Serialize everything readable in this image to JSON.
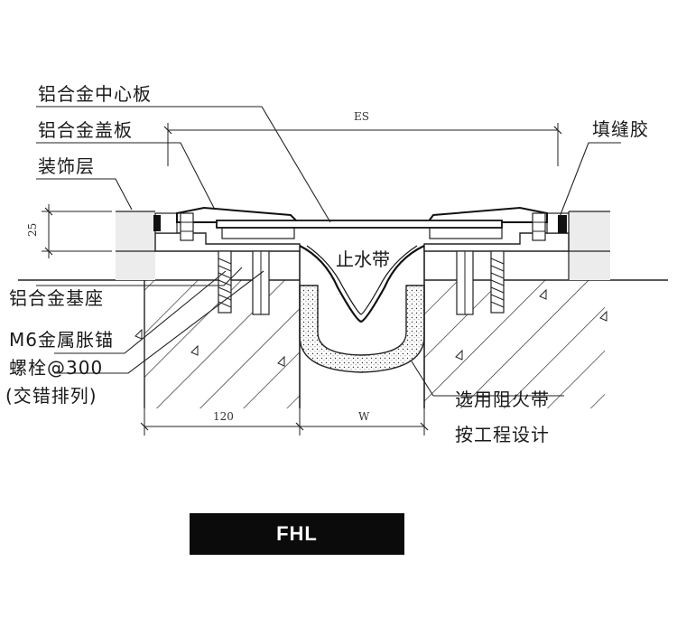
{
  "labels": {
    "center_plate": "铝合金中心板",
    "cover_plate": "铝合金盖板",
    "finish_layer": "装饰层",
    "base": "铝合金基座",
    "anchor_line1": "M6金属胀锚",
    "anchor_line2": "螺栓@300",
    "anchor_line3": "(交错排列)",
    "filler": "填缝胶",
    "waterstop": "止水带",
    "firestop_line1": "选用阻火带",
    "firestop_line2": "按工程设计"
  },
  "dimensions": {
    "es": "ES",
    "height_25": "25",
    "width_120": "120",
    "width_w": "W"
  },
  "caption": "FHL",
  "colors": {
    "ink": "#1a1a1a",
    "caption_bg": "#0b0b0b",
    "caption_text": "#ffffff"
  }
}
